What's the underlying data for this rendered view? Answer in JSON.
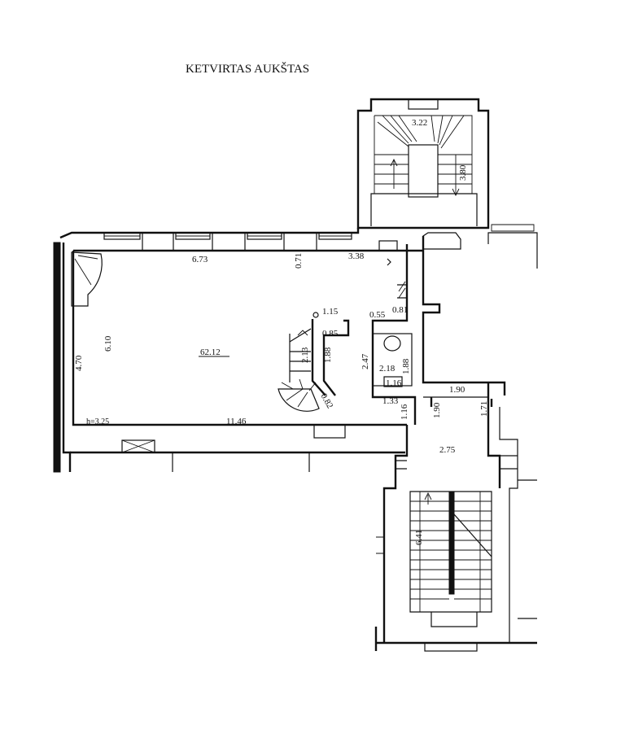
{
  "title": "KETVIRTAS AUKŠTAS",
  "main_room": {
    "area": "62.12",
    "height": "h=3.25",
    "dims": {
      "top_width": "6.73",
      "top_pier": "0.71",
      "top_right": "3.38",
      "left_depth": "6.10",
      "outer_left": "4.70",
      "bottom_width": "11.46"
    }
  },
  "spiral_stair": {
    "dims": {
      "a": "1.15",
      "b": "0.85",
      "c": "1.88",
      "d": "2.13",
      "e": "0.82"
    }
  },
  "wc": {
    "area": "2.18",
    "dims": {
      "a": "0.55",
      "b": "0.81",
      "height": "2.47",
      "depth": "1.88",
      "width": "1.16"
    }
  },
  "corridor": {
    "area": "2.75",
    "dims": {
      "a": "1.33",
      "b": "1.16",
      "c": "1.90",
      "d": "1.90",
      "e": "1.71"
    }
  },
  "stair_top": {
    "dims": {
      "width": "3.22",
      "depth": "3.80"
    }
  },
  "stair_bottom": {
    "dims": {
      "length": "6.41"
    }
  }
}
